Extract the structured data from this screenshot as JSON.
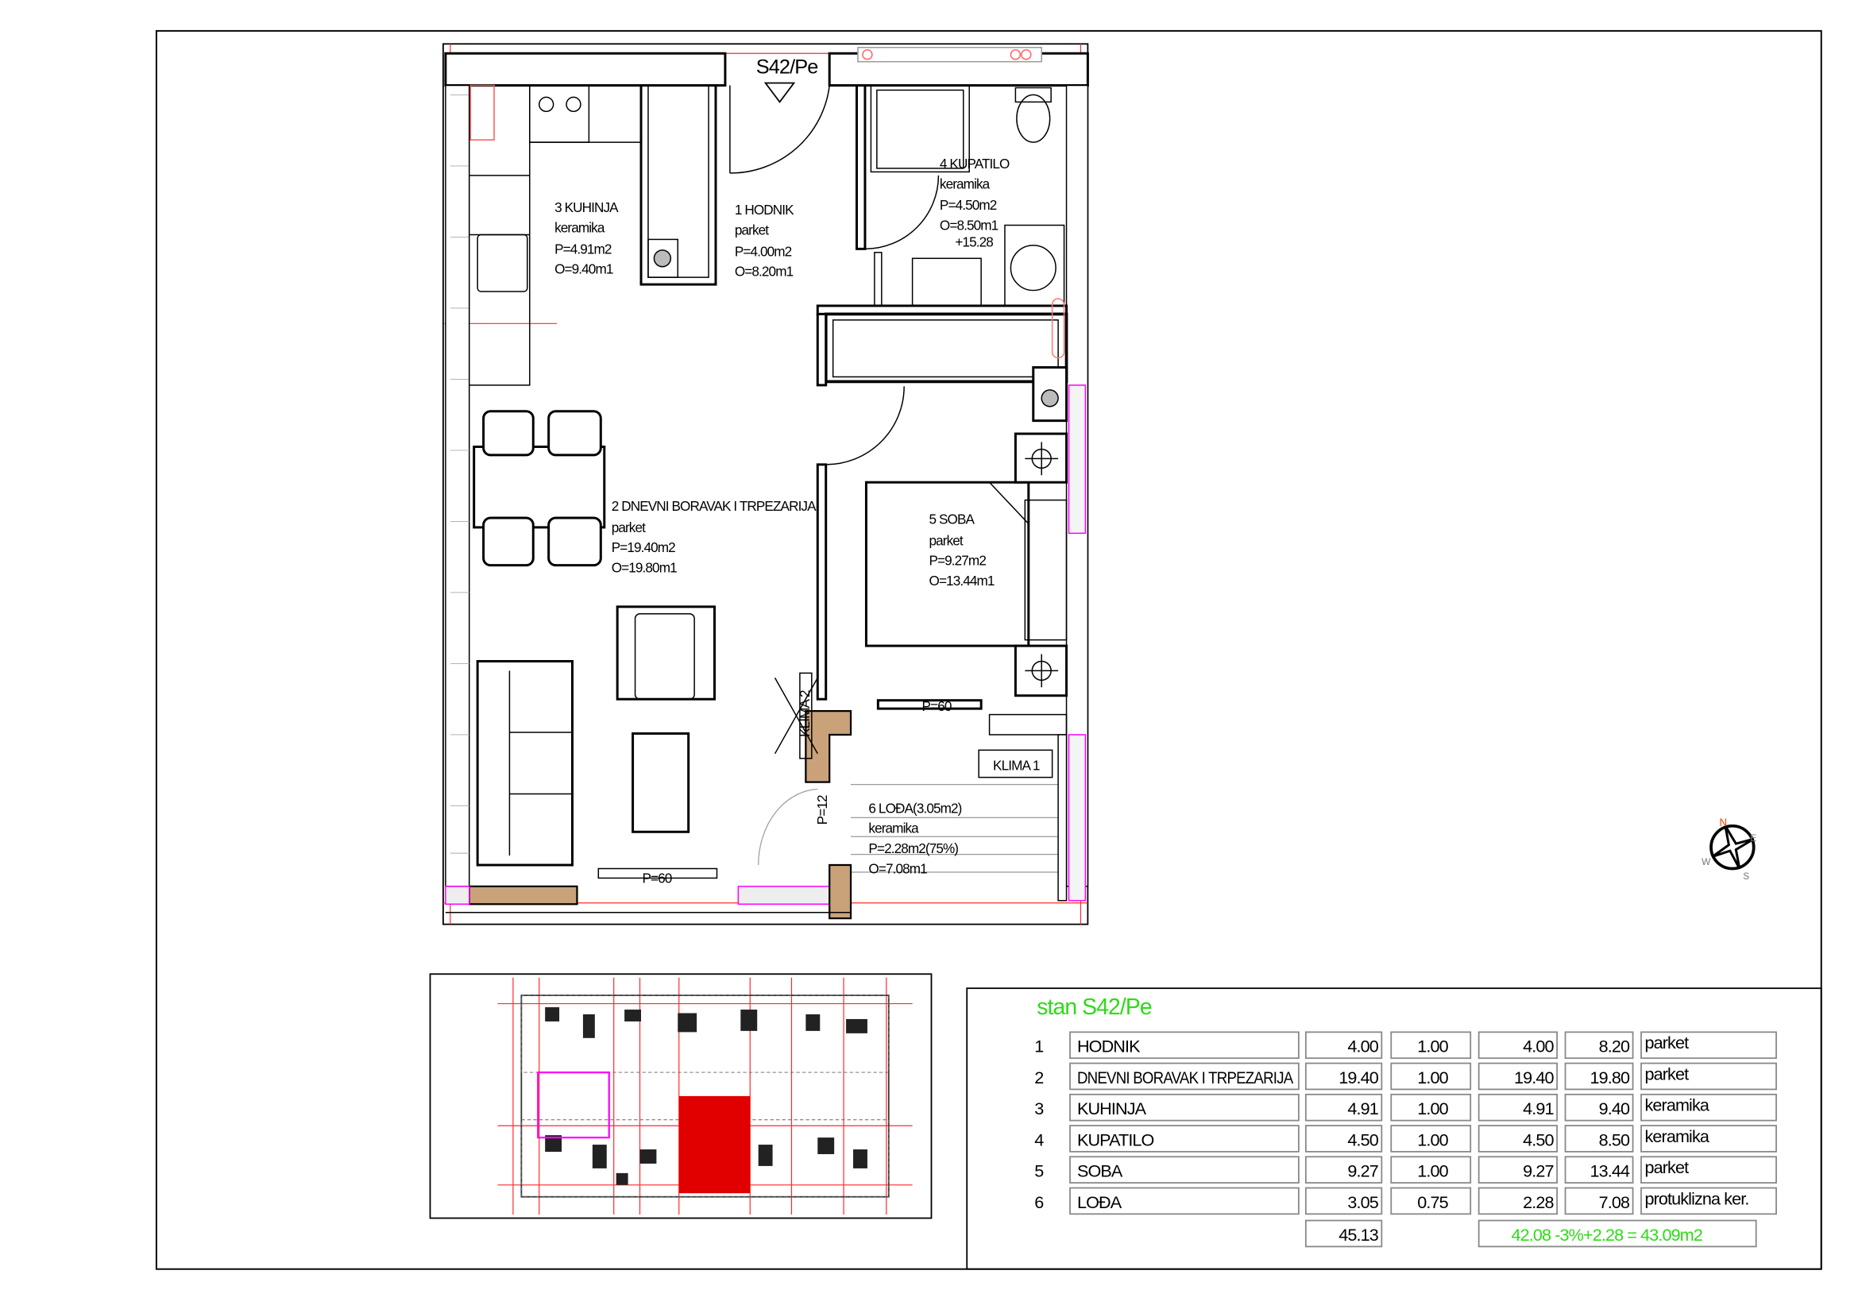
{
  "plan": {
    "unit_label": "S42/Pe",
    "rooms": [
      {
        "lines": [
          "3 KUHINJA",
          "keramika",
          "P=4.91m2",
          "O=9.40m1"
        ]
      },
      {
        "lines": [
          "1 HODNIK",
          "parket",
          "P=4.00m2",
          "O=8.20m1"
        ]
      },
      {
        "lines": [
          "4 KUPATILO",
          "keramika",
          "P=4.50m2",
          "O=8.50m1"
        ]
      },
      {
        "lines": [
          "2 DNEVNI BORAVAK I TRPEZARIJA",
          "parket",
          "P=19.40m2",
          "O=19.80m1"
        ]
      },
      {
        "lines": [
          "5 SOBA",
          "parket",
          "P=9.27m2",
          "O=13.44m1"
        ]
      },
      {
        "lines": [
          "6 LOĐA(3.05m2)",
          "keramika",
          "P=2.28m2(75%)",
          "O=7.08m1"
        ]
      }
    ],
    "level_mark": "+15.28",
    "window_soba": "P=60",
    "window_living": "P=60",
    "door_loggia": "P=12",
    "klima_1": "KLIMA 1",
    "klima_2": "KLIMA 2"
  },
  "compass": {
    "n": "N",
    "e": "E",
    "s": "S",
    "w": "W",
    "north_color": "#ff3c00"
  },
  "table": {
    "title": "stan S42/Pe",
    "rows": [
      {
        "num": "1",
        "name": "HODNIK",
        "area": "4.00",
        "coef": "1.00",
        "net": "4.00",
        "perim": "8.20",
        "floor": "parket"
      },
      {
        "num": "2",
        "name": "DNEVNI BORAVAK I TRPEZARIJA",
        "area": "19.40",
        "coef": "1.00",
        "net": "19.40",
        "perim": "19.80",
        "floor": "parket"
      },
      {
        "num": "3",
        "name": "KUHINJA",
        "area": "4.91",
        "coef": "1.00",
        "net": "4.91",
        "perim": "9.40",
        "floor": "keramika"
      },
      {
        "num": "4",
        "name": "KUPATILO",
        "area": "4.50",
        "coef": "1.00",
        "net": "4.50",
        "perim": "8.50",
        "floor": "keramika"
      },
      {
        "num": "5",
        "name": "SOBA",
        "area": "9.27",
        "coef": "1.00",
        "net": "9.27",
        "perim": "13.44",
        "floor": "parket"
      },
      {
        "num": "6",
        "name": "LOĐA",
        "area": "3.05",
        "coef": "0.75",
        "net": "2.28",
        "perim": "7.08",
        "floor": "protuklizna ker."
      }
    ],
    "total_area": "45.13",
    "total_formula": "42.08 -3%+2.28 = 43.09m2"
  },
  "colors": {
    "accent_green": "#2bdc14",
    "key_plan_red": "#e00000",
    "pink": "#ff00ff"
  }
}
